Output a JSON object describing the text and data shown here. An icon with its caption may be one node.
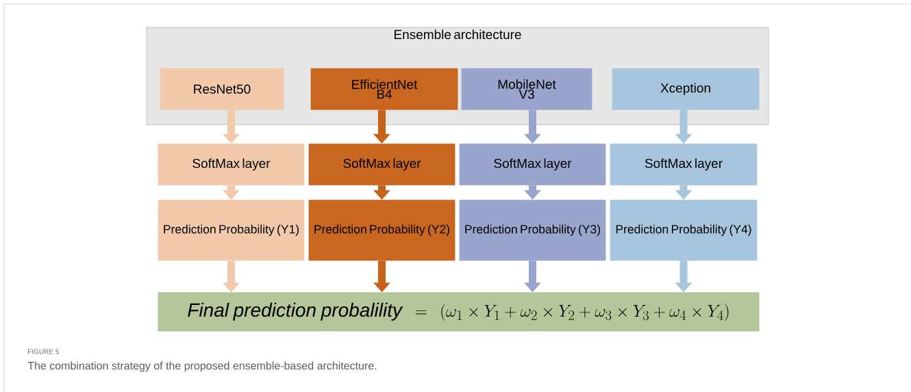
{
  "diagram": {
    "caption": "The combination strategy of the proposed ensemble-based architecture.",
    "nodes": [
      {
        "text": [
          "Ensemble architecture"
        ]
      },
      {
        "text": [
          "ResNet50"
        ],
        "in": 0
      },
      {
        "text": [
          "EfficientNet B4"
        ],
        "in": 0
      },
      {
        "text": [
          "MobileNet V3"
        ],
        "in": 0
      },
      {
        "text": [
          "Xception"
        ],
        "in": 0
      },
      {
        "text": [
          "SoftMax layer"
        ]
      },
      {
        "text": [
          "SoftMax layer"
        ]
      },
      {
        "text": [
          "SoftMax layer"
        ]
      },
      {
        "text": [
          "SoftMax layer"
        ]
      },
      {
        "text": [
          "Prediction Probability (Y1)"
        ]
      },
      {
        "text": [
          "Prediction Probability (Y2)"
        ]
      },
      {
        "text": [
          "Prediction Probability (Y3)"
        ]
      },
      {
        "text": [
          "Prediction Probability (Y4)"
        ]
      },
      {
        "text": [
          "\\mathit{Final\\ \\ prediction\\ \\ probalility}=\\left(\\omega_1\\times Y_1+\\omega_2\\times Y_2+\\omega_3\\times Y_3+\\omega_4\\times Y_4\\right)"
        ]
      }
    ],
    "edges": [
      {
        "from": 1,
        "to": 5,
        "arrow": "to",
        "color": "#f2c9aa"
      },
      {
        "from": 2,
        "to": 6,
        "arrow": "to",
        "color": "#c5621c"
      },
      {
        "from": 3,
        "to": 7,
        "arrow": "to",
        "color": "#97a4cc"
      },
      {
        "from": 4,
        "to": 8,
        "arrow": "to",
        "color": "#a7c6dd"
      },
      {
        "from": 5,
        "to": 9,
        "arrow": "to",
        "color": "#f2c9aa"
      },
      {
        "from": 6,
        "to": 10,
        "arrow": "to",
        "color": "#c5621c"
      },
      {
        "from": 7,
        "to": 11,
        "arrow": "to",
        "color": "#97a4cc"
      },
      {
        "from": 8,
        "to": 12,
        "arrow": "to",
        "color": "#a7c6dd"
      },
      {
        "from": 9,
        "to": 13,
        "arrow": "to",
        "color": "#f2c9aa"
      },
      {
        "from": 10,
        "to": 13,
        "arrow": "to",
        "color": "#c5621c"
      },
      {
        "from": 11,
        "to": 13,
        "arrow": "to",
        "color": "#97a4cc"
      },
      {
        "from": 12,
        "to": 13,
        "arrow": "to",
        "color": "#a7c6dd"
      }
    ],
    "labels": [
      "FIGURE 5"
    ]
  }
}
